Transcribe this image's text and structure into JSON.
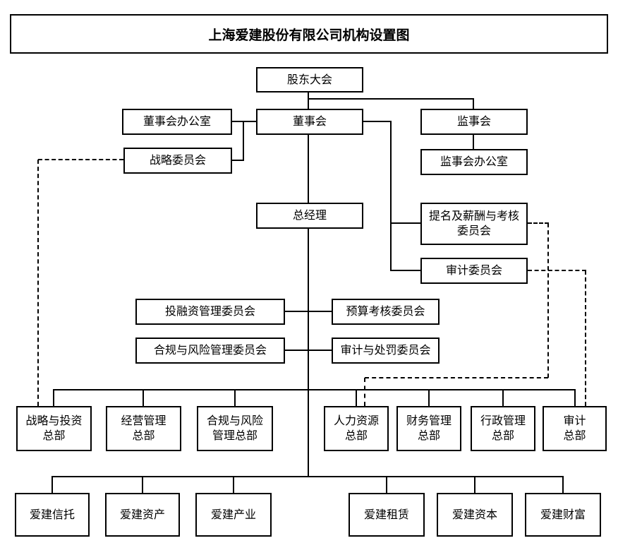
{
  "title": "上海爱建股份有限公司机构设置图",
  "colors": {
    "line": "#000000",
    "box_border": "#000000",
    "background": "#ffffff",
    "text": "#000000"
  },
  "nodes": {
    "shareholders_meeting": "股东大会",
    "board_office": "董事会办公室",
    "board_of_directors": "董事会",
    "supervisory_board": "监事会",
    "strategy_committee": "战略委员会",
    "supervisory_board_office": "监事会办公室",
    "general_manager": "总经理",
    "nomination_remuneration_appraisal_committee": "提名及薪酬与考核\n委员会",
    "audit_committee": "审计委员会",
    "investment_financing_mgmt_committee": "投融资管理委员会",
    "budget_assessment_committee": "预算考核委员会",
    "compliance_risk_mgmt_committee": "合规与风险管理委员会",
    "audit_punishment_committee": "审计与处罚委员会",
    "strategy_investment_hq": "战略与投资\n总部",
    "operation_mgmt_hq": "经营管理\n总部",
    "compliance_risk_mgmt_hq": "合规与风险\n管理总部",
    "human_resources_hq": "人力资源\n总部",
    "financial_mgmt_hq": "财务管理\n总部",
    "administration_hq": "行政管理\n总部",
    "audit_hq": "审计\n总部",
    "aj_trust": "爱建信托",
    "aj_assets": "爱建资产",
    "aj_industry": "爱建产业",
    "aj_leasing": "爱建租赁",
    "aj_capital": "爱建资本",
    "aj_wealth": "爱建财富"
  }
}
